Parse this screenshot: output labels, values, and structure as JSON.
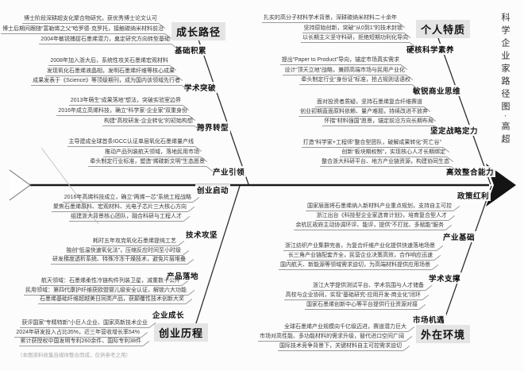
{
  "meta": {
    "side_title": "科学企业家路径图·高超",
    "footnote": "（本图资料收集自媒体整合而成，仅供参考之用）"
  },
  "branches": {
    "growth": {
      "header": "成长路径",
      "categories": [
        {
          "label": "基础积累",
          "items": [
            "博士阶段深耕超支化聚合物研究，获优秀博士论文认可",
            "博士后期间跟随“富勒烯之父”哈罗德·克罗托，接触碳纳米材料前沿",
            "2004年敏锐捕捉石墨烯潜力，奠定研究方向转型基础"
          ]
        },
        {
          "label": "学术突破",
          "items": [
            "2008年加入浙大后，系统性攻关石墨烯宏观材料",
            "发现氧化石墨烯液晶相，发明石墨烯纤维等核心成果",
            "成果发表于《Science》等顶级期刊，成为国内该领域先行者"
          ]
        },
        {
          "label": "跨界转型",
          "items": [
            "2013年萌生“成果落地”想法，突破实验室边界",
            "2016年成立高烯科技，确立“科学家-企业家”双重身份",
            "构建“高校研发-企业转化”的初始构想"
          ]
        },
        {
          "label": "产业引领",
          "items": [
            "主导建成全球首条IGCC认证单层氧化石墨烯量产线",
            "推动产品列装航天领域，落地民用市场",
            "牵头制定行业标准，塑造“烯碳新文明”生态愿景"
          ]
        }
      ]
    },
    "traits": {
      "header": "个人特质",
      "categories": [
        {
          "label": "硬核科学素养",
          "items": [
            "扎实的高分子材料学术背景，深耕碳纳米材料二十余年",
            "坚持原始创新，突破“从0到1”的技术封锁",
            "以长期主义坚守科研，拒绝短期功利化导向"
          ]
        },
        {
          "label": "敏锐商业思维",
          "items": [
            "提出“Paper to Product”导向，锚定市场真实需求",
            "设计“顶天立地”战略，兼顾高端市场与民用产业化",
            "牵头制定行业“身份证”标准，抢占规则话语权"
          ]
        },
        {
          "label": "坚定战略定力",
          "items": [
            "面对投资者质疑，坚持石墨烯复合纤维赛道",
            "创业初期直面原料依赖、量产难题，持续改进不放弃",
            "怀揣“材料强国”愿景，锚定前沿方向长期布局"
          ]
        },
        {
          "label": "高效整合能力",
          "items": [
            "打造“科学家+工程师”整合型团队，破解成果转化“死亡谷”",
            "创新“板块期权制”，实现核心人才长期绑定",
            "整合浙大科研平台、地方产业链资源，构建协同生态"
          ]
        }
      ]
    },
    "journey": {
      "header": "创业历程",
      "categories": [
        {
          "label": "创业启动",
          "items": [
            "2016年高烯科技成立，确立“两烯一芯”系统工程战略",
            "聚焦石墨烯原料、宏观材料、光电子芯片三大核心方向",
            "组建浙大背景核心团队，融合科研与工程人才"
          ]
        },
        {
          "label": "技术攻坚",
          "items": [
            "耗时五年攻克氧化石墨烯提纯工艺",
            "独创“低温快速氧化法”，压缩反应时间至小时级",
            "研发梯度透析系统、特殊冷冻干燥技术，避免片层堆叠"
          ]
        },
        {
          "label": "产品落地",
          "items": [
            "航天领域：石墨烯柔性冷链构件列装卫星，减重数十公斤",
            "民用领域：第四代康护纤维获欧盟婴儿级安全认证，解锁六大功能",
            "石墨烯基础纤维超越美日同类产品，获颠覆性技术创新大奖"
          ]
        },
        {
          "label": "企业成长",
          "items": [
            "获评国家“专精特新”小巨人企业、国家高新技术企业",
            "2024年研发投入占比35%，近三年营收增长率54%",
            "累计获授权中国发明专利260余件、国际专利38件"
          ]
        }
      ]
    },
    "environment": {
      "header": "外在环境",
      "categories": [
        {
          "label": "政策红利",
          "items": [
            "国家层面将石墨烯纳入新材料产业重点规划，支持自主可控",
            "浙江出台《科技型企业家选育计划》，培育复合型人才",
            "余杭区政府主动协调环评、能评，提供“不打扰、多赋能”服务"
          ]
        },
        {
          "label": "产业基础",
          "items": [
            "浙江纺织产业集群完善，为复合纤维产业化提供快速落地场景",
            "长三角产业链配套齐全，民营企业决策高效，合作响应迅速",
            "国内航天、新能源等领域需求迫切，为高端材料提供应用场景"
          ]
        },
        {
          "label": "学术支撑",
          "items": [
            "浙江大学提供测试平台、学术氛围与人才储备",
            "高校与企业协同，实现“基础研究-应用开发-商业化”闭环",
            "国家石墨烯创新中心等平台提供行业资源对接"
          ]
        },
        {
          "label": "市场机遇",
          "items": [
            "全球石墨烯产业规模向千亿级迈进，赛道潜力巨大",
            "市场对高性能、多功能材料的需求升级，替代进口空间广阔",
            "国际技术竞争背景下，关键材料自主可控需求迫切"
          ]
        }
      ]
    }
  }
}
